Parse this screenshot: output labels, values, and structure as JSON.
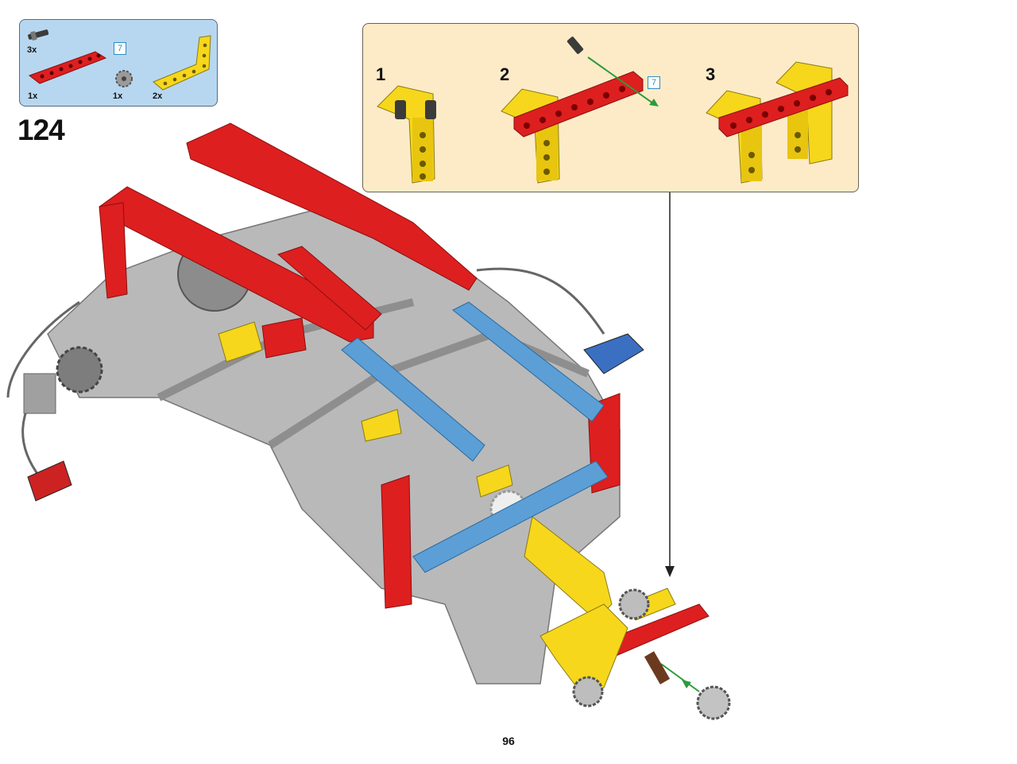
{
  "step": {
    "number": "124"
  },
  "parts": {
    "items": [
      {
        "name": "axle-pin",
        "qty": "3x"
      },
      {
        "name": "red-beam-7",
        "qty": "1x",
        "ref": "7"
      },
      {
        "name": "gear-small",
        "qty": "1x"
      },
      {
        "name": "yellow-l-beam",
        "qty": "2x"
      }
    ]
  },
  "subassembly": {
    "steps": [
      {
        "number": "1"
      },
      {
        "number": "2",
        "ref": "7"
      },
      {
        "number": "3"
      }
    ]
  },
  "page": {
    "number": "96"
  },
  "colors": {
    "parts_bg": "#b7d7f0",
    "sub_bg": "#fdebc8",
    "red": "#dd1f1f",
    "yellow": "#f6d71c",
    "blue": "#5b9fd6",
    "gray": "#a5a5a5",
    "dark": "#3b3b3b",
    "ref": "#2a8fc0"
  }
}
